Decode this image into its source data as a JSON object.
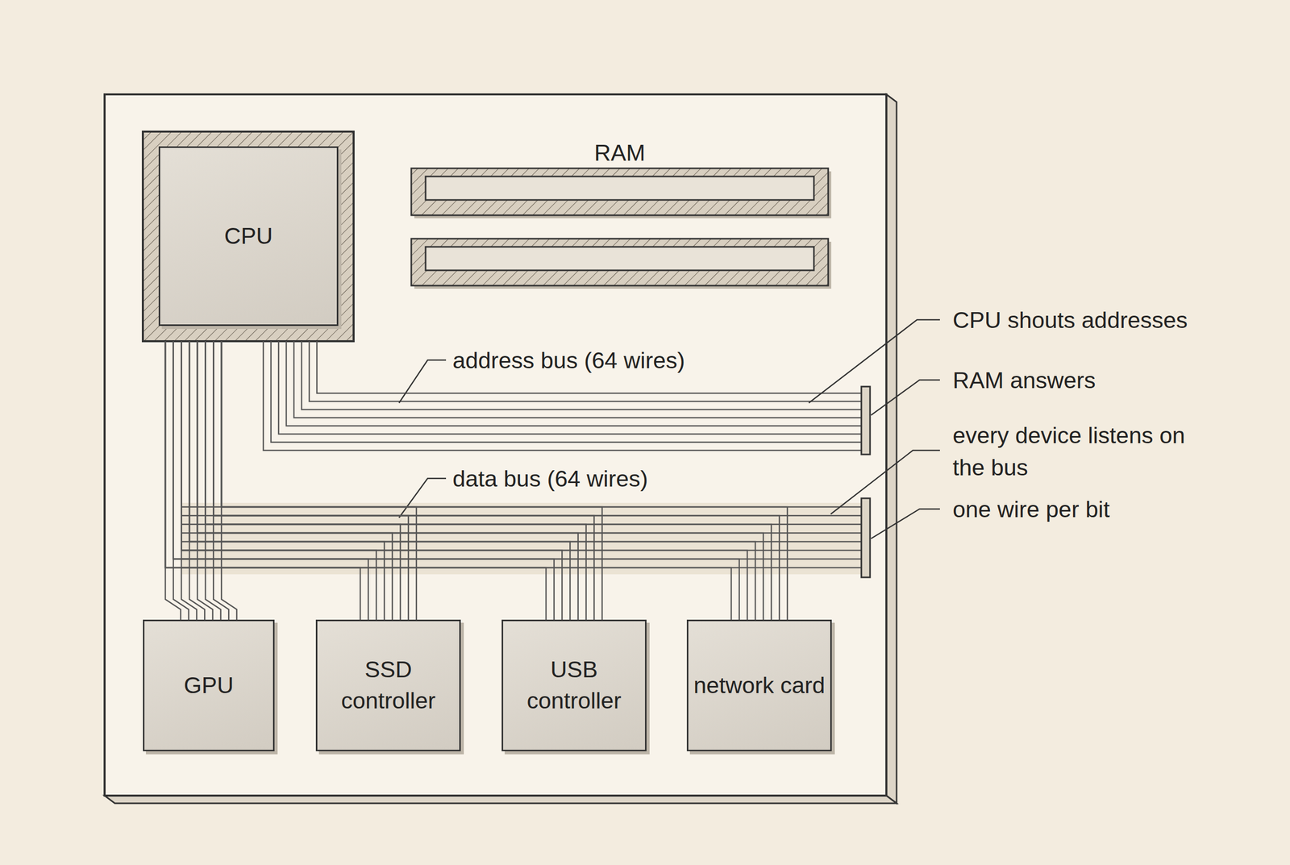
{
  "diagram": {
    "nodes": [
      {
        "text": [
          "CPU"
        ]
      },
      {
        "text": [
          "RAM"
        ]
      },
      {
        "text": [
          "GPU"
        ]
      },
      {
        "text": [
          "SSD controller"
        ]
      },
      {
        "text": [
          "USB controller"
        ]
      },
      {
        "text": [
          "network card"
        ]
      }
    ],
    "edges": [
      {
        "from": 0,
        "to": 2,
        "arrow": "none"
      },
      {
        "from": 0,
        "to": 3,
        "arrow": "none"
      },
      {
        "from": 0,
        "to": 4,
        "arrow": "none"
      },
      {
        "from": 0,
        "to": 5,
        "arrow": "none"
      }
    ],
    "labels": [
      "address bus (64 wires)",
      "data bus (64 wires)",
      "CPU shouts addresses",
      "RAM answers",
      "every device listens on the bus",
      "one wire per bit"
    ]
  }
}
